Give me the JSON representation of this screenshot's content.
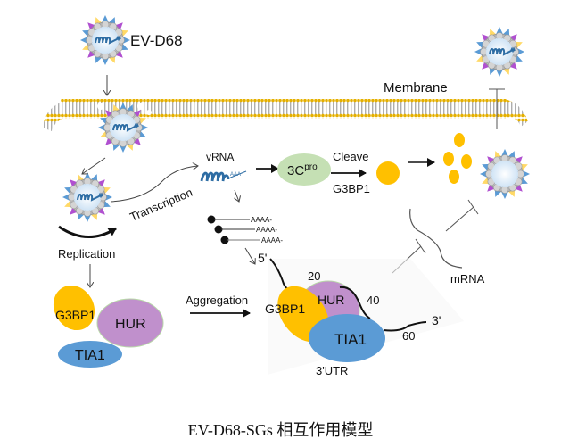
{
  "title": "EV-D68-SGs 相互作用模型",
  "colors": {
    "g3bp1": "#FFC000",
    "hur": "#C090CC",
    "tia1": "#5B9BD5",
    "protease": "#C5E0B4",
    "membrane_head": "#E5B000",
    "virus_spike_blue": "#5B9BD5",
    "virus_spike_purple": "#B050D0",
    "virus_spike_yellow": "#FFD966",
    "rna_blue": "#2E6DA4"
  },
  "labels": {
    "virus_name": "EV-D68",
    "membrane": "Membrane",
    "replication": "Replication",
    "transcription": "Transcription",
    "vrna": "vRNA",
    "protease_main": "3C",
    "protease_sup": "pro",
    "cleave": "Cleave",
    "cleave_target": "G3BP1",
    "polya_tail": "AAAA-",
    "five_prime": "5'",
    "three_prime": "3'",
    "aggregation": "Aggregation",
    "mrna": "mRNA",
    "utr": "3'UTR",
    "pos_20": "20",
    "pos_40": "40",
    "pos_60": "60"
  },
  "proteins": {
    "g3bp1": "G3BP1",
    "hur": "HUR",
    "tia1": "TIA1"
  }
}
